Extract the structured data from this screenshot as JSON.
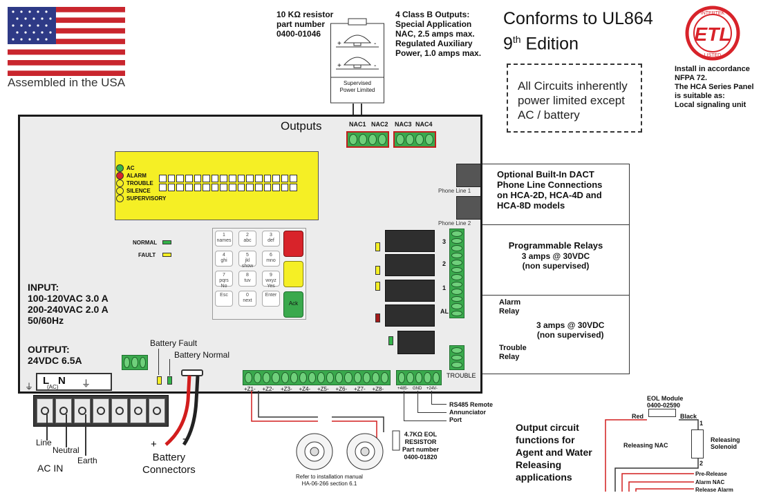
{
  "flag_caption": "Assembled in the USA",
  "resistor_label": [
    "10 KΩ resistor",
    "part number",
    "0400-01046"
  ],
  "outputs_spec": [
    "4 Class B Outputs:",
    "Special Application",
    "NAC, 2.5 amps max.",
    "Regulated Auxiliary",
    "Power, 1.0 amps max."
  ],
  "supervised_label": [
    "Supervised",
    "Power Limited"
  ],
  "conforms": [
    "Conforms to UL864",
    "9",
    "th",
    " Edition"
  ],
  "etl_logo": {
    "text": "ETL",
    "ring_top": "INTERTEK",
    "ring_bottom": "LISTED"
  },
  "install_note": [
    "Install in accordance",
    "NFPA 72.",
    "The HCA Series Panel",
    "is suitable as:",
    "Local signaling unit"
  ],
  "power_limited_note": [
    "All Circuits inherently",
    "power limited except",
    "AC / battery"
  ],
  "outputs_title": "Outputs",
  "nac_labels": [
    "NAC1",
    "NAC2",
    "NAC3",
    "NAC4"
  ],
  "status_leds": [
    "AC",
    "ALARM",
    "TROUBLE",
    "SILENCE",
    "SUPERVISORY"
  ],
  "normal_label": "NORMAL",
  "fault_label": "FAULT",
  "keypad": [
    {
      "num": "1",
      "sub": "names"
    },
    {
      "num": "2",
      "sub": "abc"
    },
    {
      "num": "3",
      "sub": "def"
    },
    {
      "num": "4",
      "sub": "ghi"
    },
    {
      "num": "5",
      "sub": "jkl show"
    },
    {
      "num": "6",
      "sub": "mno"
    },
    {
      "num": "7",
      "sub": "pqrs No"
    },
    {
      "num": "8",
      "sub": "tuv"
    },
    {
      "num": "9",
      "sub": "wxyz Yes"
    },
    {
      "num": "Esc",
      "sub": ""
    },
    {
      "num": "0",
      "sub": "next"
    },
    {
      "num": "Enter",
      "sub": ""
    }
  ],
  "ack_label": "Ack",
  "phone_lines": [
    "Phone Line 1",
    "Phone Line 2"
  ],
  "dact_note": [
    "Optional Built-In DACT",
    "Phone Line Connections",
    "on HCA-2D, HCA-4D and",
    "HCA-8D models"
  ],
  "relays_note": [
    "Programmable Relays",
    "3 amps @ 30VDC",
    "(non supervised)"
  ],
  "relay_numbers": [
    "3",
    "2",
    "1",
    "AL"
  ],
  "alarm_relay": [
    "Alarm",
    "Relay"
  ],
  "trouble_relay": [
    "Trouble",
    "Relay"
  ],
  "relay_rating": [
    "3 amps @ 30VDC",
    "(non supervised)"
  ],
  "trouble_label": "TROUBLE",
  "input_spec": [
    "INPUT:",
    "100-120VAC 3.0 A",
    "200-240VAC 2.0 A",
    "50/60Hz"
  ],
  "output_spec": [
    "OUTPUT:",
    "24VDC 6.5A"
  ],
  "battery_fault": "Battery Fault",
  "battery_normal": "Battery Normal",
  "zone_labels": [
    "+Z1-",
    "+Z2-",
    "+Z3-",
    "+Z4-",
    "+Z5-",
    "+Z6-",
    "+Z7-",
    "+Z8-"
  ],
  "rs485_labels": [
    "+485-",
    "GND",
    "+24V-"
  ],
  "rs485_note": [
    "RS485 Remote",
    "Annunciator",
    "Port"
  ],
  "ac_labels": {
    "l": "L",
    "n": "N",
    "ac": "(AC)",
    "line": "Line",
    "neutral": "Neutral",
    "earth": "Earth",
    "ac_in": "AC IN"
  },
  "battery_connectors": [
    "Battery",
    "Connectors"
  ],
  "eol_resistor": [
    "4.7KΩ EOL",
    "RESISTOR",
    "Part number",
    "0400-01820"
  ],
  "manual_ref": [
    "Refer to installation manual",
    "HA-06-266 section 6.1"
  ],
  "agent_note": [
    "Output circuit",
    "functions for",
    "Agent and Water",
    "Releasing",
    "applications"
  ],
  "eol_module": [
    "EOL Module",
    "0400-02590"
  ],
  "wire_red": "Red",
  "wire_black": "Black",
  "releasing_nac": "Releasing NAC",
  "releasing_solenoid": [
    "Releasing",
    "Solenoid"
  ],
  "solenoid_pins": [
    "1",
    "2"
  ],
  "pre_release": "Pre-Release",
  "alarm_nac": "Alarm NAC",
  "release_alarm": "Release Alarm",
  "colors": {
    "lcd": "#f5ef25",
    "terminal": "#3aa94d",
    "wire_red": "#d21d1d",
    "etl": "#d8232a"
  }
}
